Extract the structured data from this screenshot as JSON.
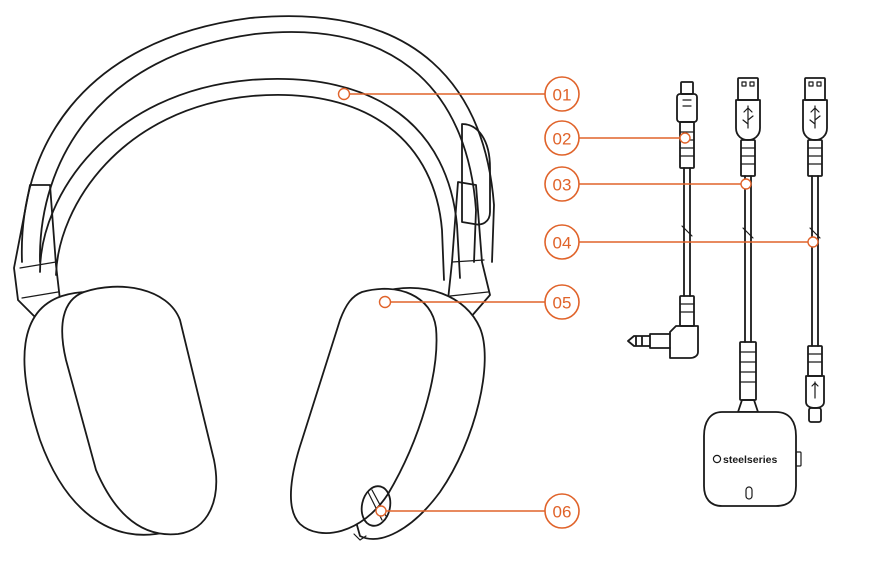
{
  "callouts": [
    {
      "number": "01",
      "part": "headband"
    },
    {
      "number": "02",
      "part": "3.5mm cable"
    },
    {
      "number": "03",
      "part": "USB cable with ChatMix dial"
    },
    {
      "number": "04",
      "part": "USB-C charging cable"
    },
    {
      "number": "05",
      "part": "ear cushion"
    },
    {
      "number": "06",
      "part": "volume wheel"
    }
  ],
  "brand_label": "steelseries",
  "colors": {
    "callout_accent": "#e0632a",
    "outline": "#1a1a1a",
    "background": "#ffffff"
  }
}
